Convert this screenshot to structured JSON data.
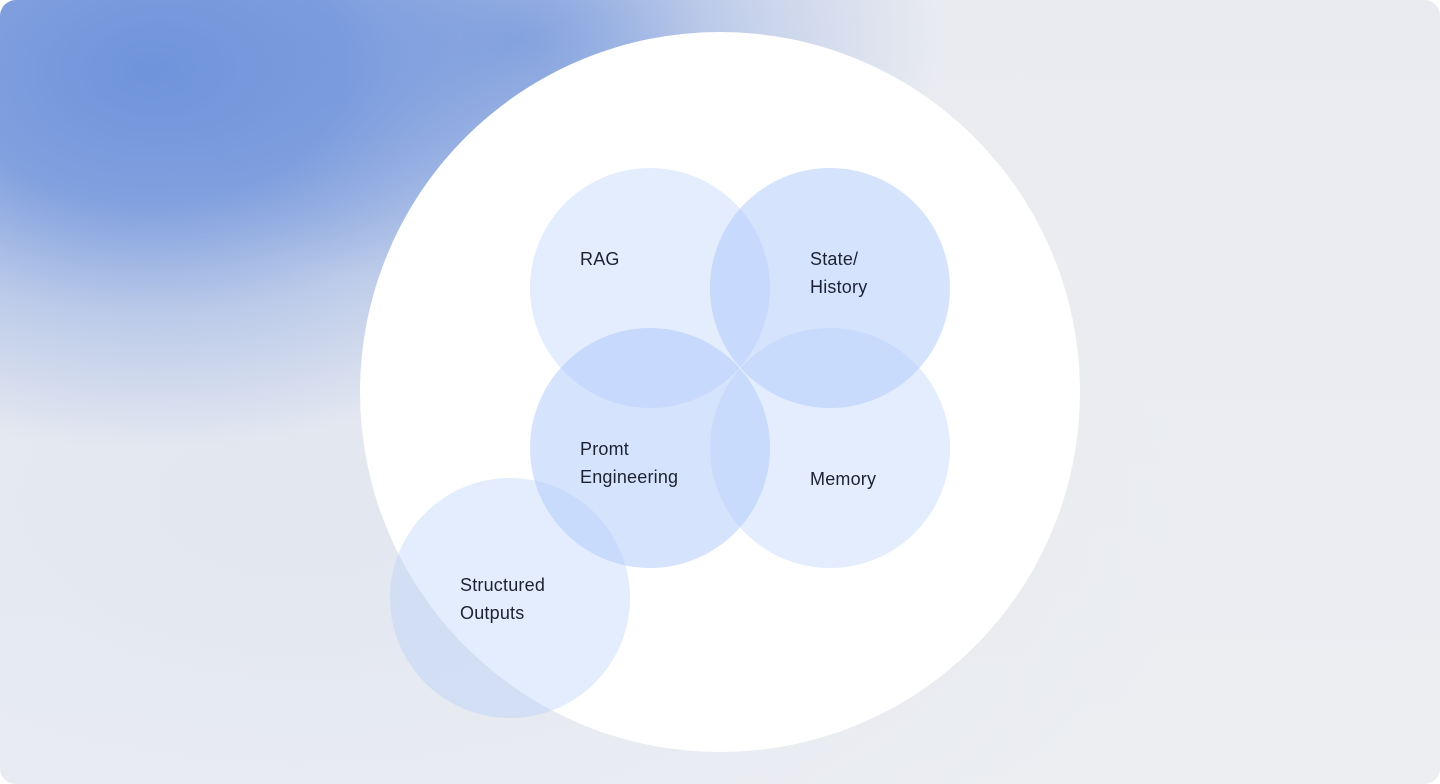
{
  "diagram": {
    "nodes": [
      {
        "id": "rag",
        "label": "RAG"
      },
      {
        "id": "state",
        "label": "State/\nHistory"
      },
      {
        "id": "prompt",
        "label": "Promt\nEngineering"
      },
      {
        "id": "memory",
        "label": "Memory"
      },
      {
        "id": "structured",
        "label": "Structured\nOutputs"
      }
    ],
    "colors": {
      "background": "#ecedf1",
      "accent_glow": "#6f93db",
      "outer_circle": "#ffffff",
      "bubble_fill": "#b0cafa",
      "label_text": "#1c2233"
    }
  }
}
